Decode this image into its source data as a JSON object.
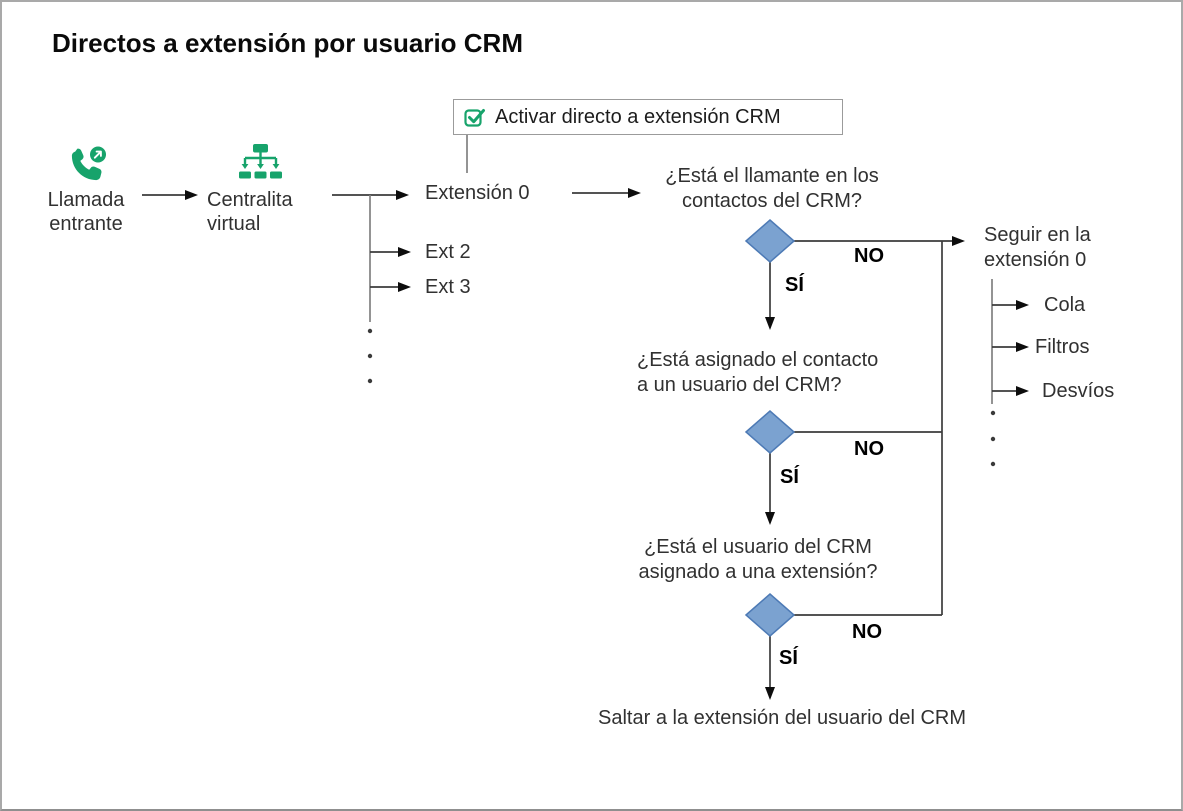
{
  "title": "Directos a extensión por usuario CRM",
  "colors": {
    "icon_green": "#17a36b",
    "diamond_fill": "#7ba2d0",
    "diamond_border": "#4d7ab5",
    "line": "#3c3c3c"
  },
  "icons": {
    "toggle": "checkbox-checked-icon",
    "incoming_call": "phone-incoming-icon",
    "virtual_pbx": "sitemap-tree-icon"
  },
  "toggle_box": {
    "label": "Activar directo a extensión CRM"
  },
  "source": {
    "incoming_call": {
      "line1": "Llamada",
      "line2": "entrante"
    },
    "virtual_pbx": {
      "line1": "Centralita",
      "line2": "virtual"
    }
  },
  "extensions": {
    "main": "Extensión 0",
    "others": [
      "Ext 2",
      "Ext 3"
    ]
  },
  "questions": [
    {
      "line1": "¿Está el llamante en los",
      "line2": "contactos del CRM?"
    },
    {
      "line1": "¿Está asignado el contacto",
      "line2": "a un usuario del CRM?"
    },
    {
      "line1": "¿Está el usuario del CRM",
      "line2": "asignado a una extensión?"
    }
  ],
  "labels": {
    "yes": "SÍ",
    "no": "NO"
  },
  "no_path": {
    "line1": "Seguir en la",
    "line2": "extensión 0",
    "items": [
      "Cola",
      "Filtros",
      "Desvíos"
    ]
  },
  "result": "Saltar a la extensión del usuario del CRM"
}
